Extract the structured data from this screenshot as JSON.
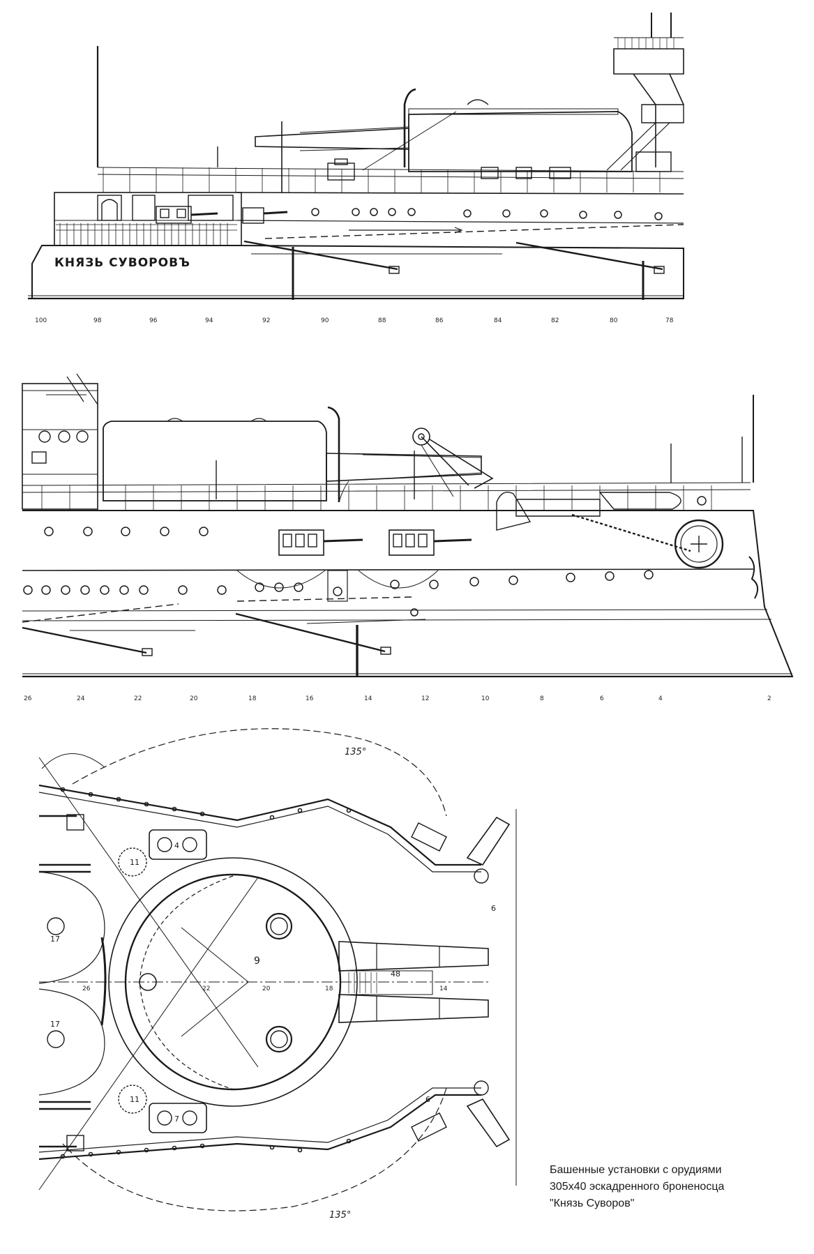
{
  "drawing1": {
    "ship_name": "КНЯЗЬ СУВОРОВЪ",
    "frame_numbers": [
      "100",
      "98",
      "96",
      "94",
      "92",
      "90",
      "88",
      "86",
      "84",
      "82",
      "80",
      "78"
    ]
  },
  "drawing2": {
    "frame_numbers": [
      "26",
      "24",
      "22",
      "20",
      "18",
      "16",
      "14",
      "12",
      "10",
      "8",
      "6",
      "4",
      "2"
    ]
  },
  "drawing3": {
    "angle_top": "135°",
    "angle_bottom": "135°",
    "center_label": "9",
    "axis_numbers": [
      "26",
      "22",
      "20",
      "18",
      "14"
    ],
    "callouts": [
      "4",
      "11",
      "17",
      "17",
      "11",
      "7",
      "6",
      "48",
      "6"
    ]
  },
  "caption": {
    "line1": "Башенные установки с орудиями",
    "line2": "305х40 эскадренного броненосца",
    "line3": "\"Князь Суворов\""
  }
}
